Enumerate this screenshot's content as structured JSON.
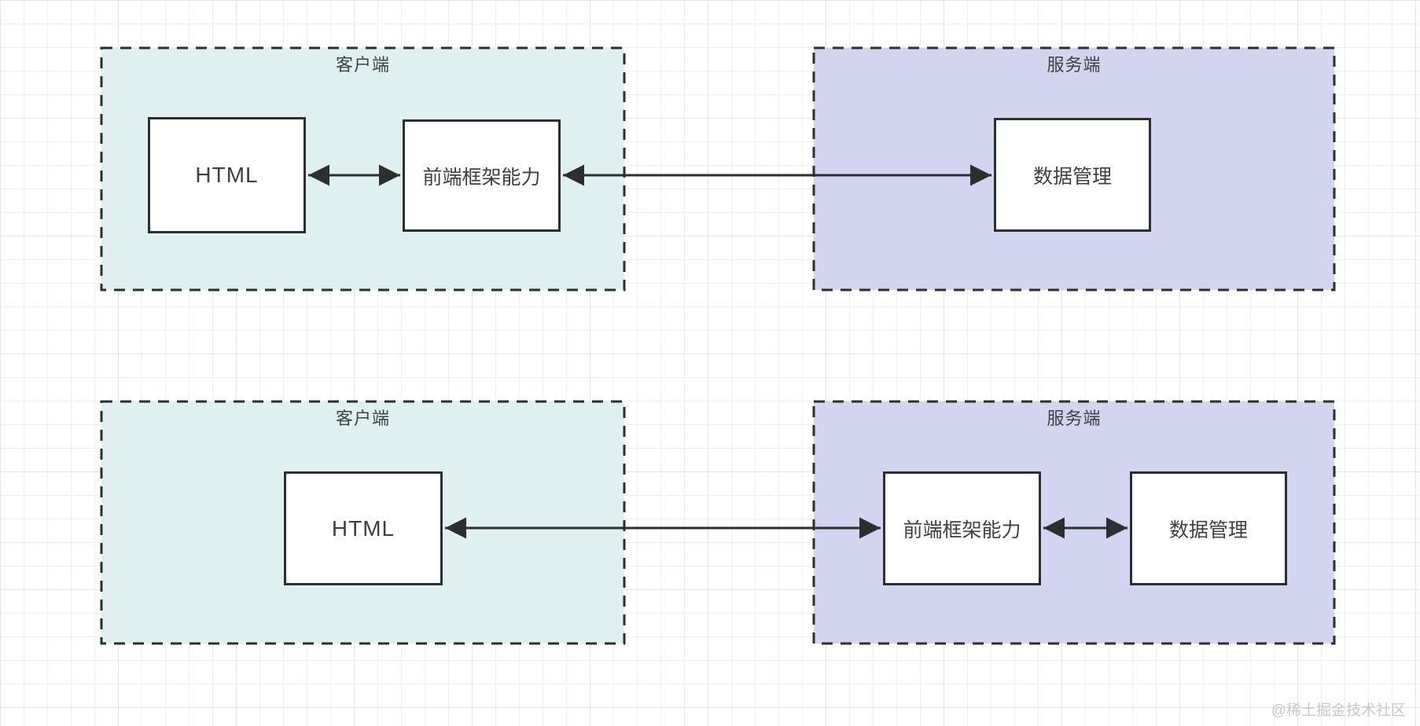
{
  "diagram": {
    "colors": {
      "client_bg": "#def1f0",
      "server_bg": "#d2d4f0",
      "node_bg": "#ffffff",
      "stroke": "#2b2f2e",
      "text": "#3d4145",
      "watermark": "#c8c8c8",
      "grid_minor": "#efefef",
      "grid_major": "#e4e4e4"
    },
    "top_flow": {
      "client": {
        "title": "客户端",
        "nodes": [
          {
            "label": "HTML"
          },
          {
            "label": "前端框架能力"
          }
        ]
      },
      "server": {
        "title": "服务端",
        "nodes": [
          {
            "label": "数据管理"
          }
        ]
      },
      "connections": [
        {
          "from": "HTML",
          "to": "前端框架能力",
          "bidirectional": true
        },
        {
          "from": "前端框架能力",
          "to": "数据管理",
          "bidirectional": true
        }
      ]
    },
    "bottom_flow": {
      "client": {
        "title": "客户端",
        "nodes": [
          {
            "label": "HTML"
          }
        ]
      },
      "server": {
        "title": "服务端",
        "nodes": [
          {
            "label": "前端框架能力"
          },
          {
            "label": "数据管理"
          }
        ]
      },
      "connections": [
        {
          "from": "HTML",
          "to": "前端框架能力",
          "bidirectional": true
        },
        {
          "from": "前端框架能力",
          "to": "数据管理",
          "bidirectional": true
        }
      ]
    },
    "watermark": "@稀土掘金技术社区"
  }
}
